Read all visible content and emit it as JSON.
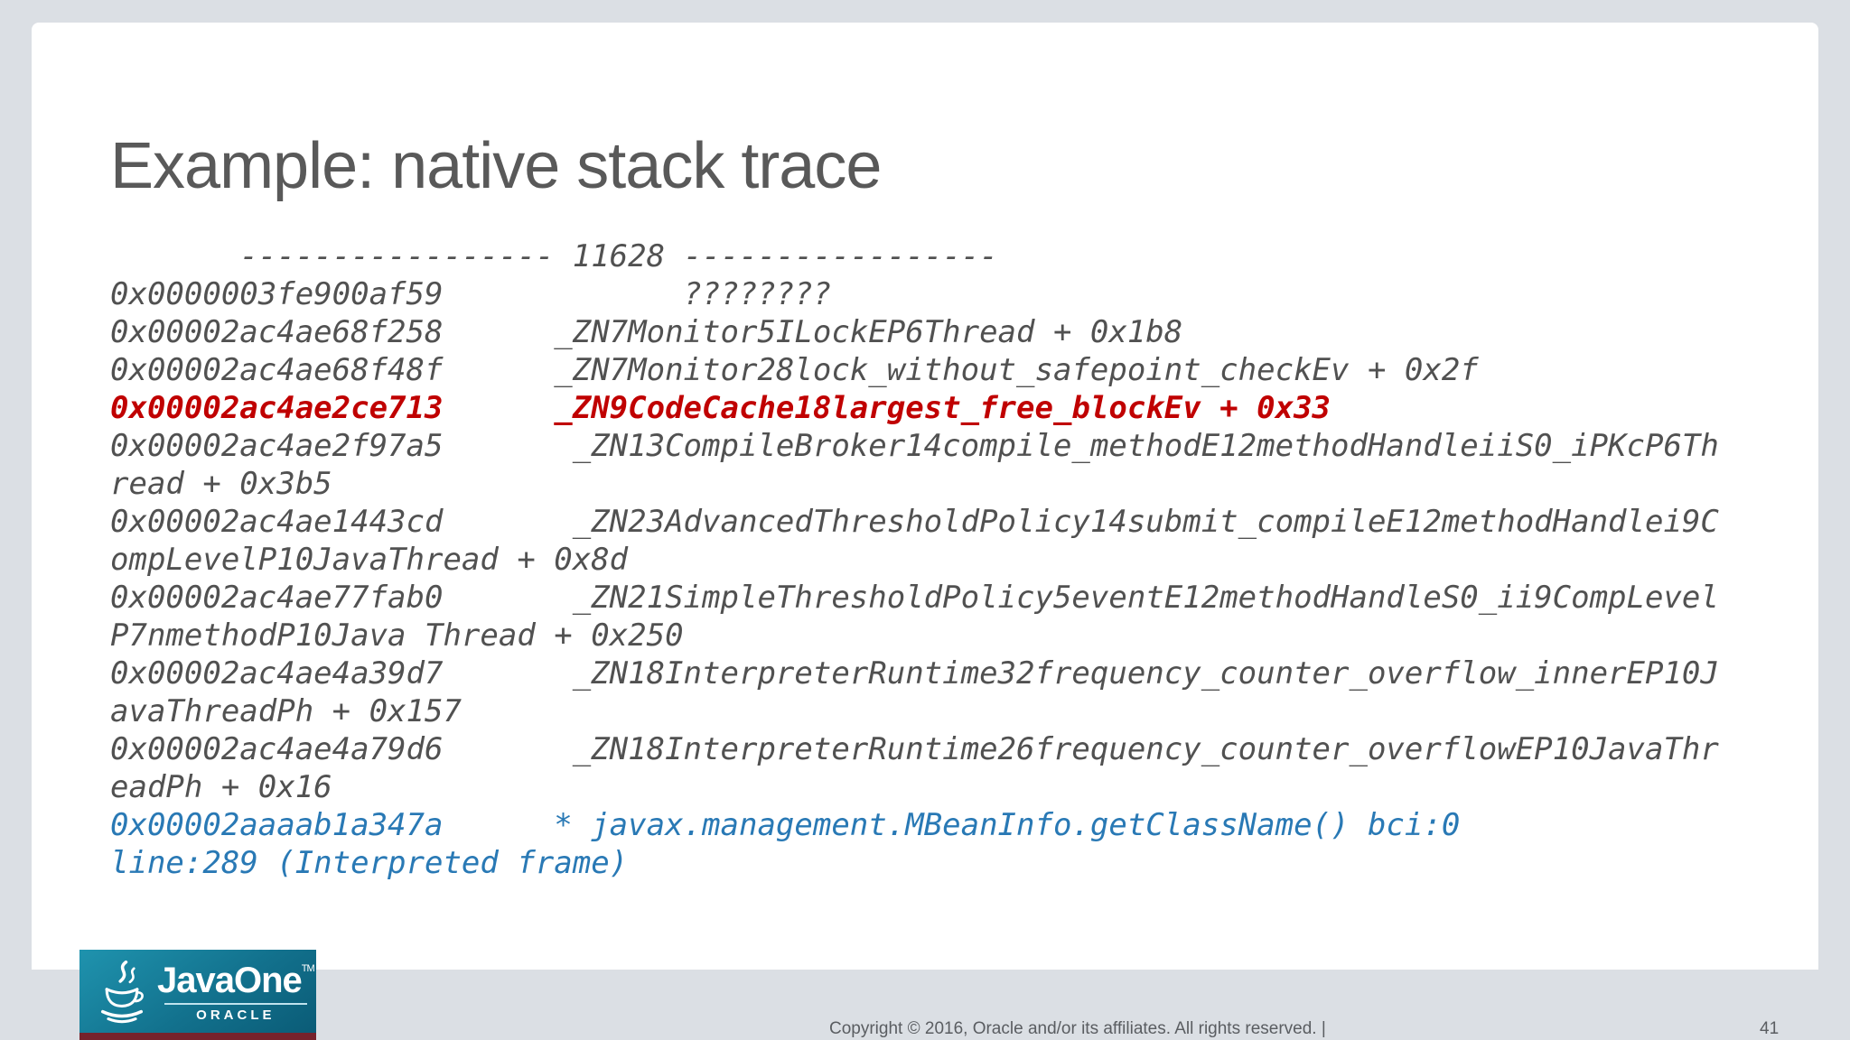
{
  "slide": {
    "title": "Example: native stack trace",
    "trace_lines": [
      {
        "text": "       ----------------- 11628 -----------------",
        "style": "normal"
      },
      {
        "text": "0x0000003fe900af59             ????????",
        "style": "normal"
      },
      {
        "text": "0x00002ac4ae68f258      _ZN7Monitor5ILockEP6Thread + 0x1b8",
        "style": "normal"
      },
      {
        "text": "0x00002ac4ae68f48f      _ZN7Monitor28lock_without_safepoint_checkEv + 0x2f",
        "style": "normal"
      },
      {
        "text": "0x00002ac4ae2ce713      _ZN9CodeCache18largest_free_blockEv + 0x33",
        "style": "highlight"
      },
      {
        "text": "0x00002ac4ae2f97a5       _ZN13CompileBroker14compile_methodE12methodHandleiiS0_iPKcP6Th",
        "style": "normal"
      },
      {
        "text": "read + 0x3b5",
        "style": "normal"
      },
      {
        "text": "0x00002ac4ae1443cd       _ZN23AdvancedThresholdPolicy14submit_compileE12methodHandlei9C",
        "style": "normal"
      },
      {
        "text": "ompLevelP10JavaThread + 0x8d",
        "style": "normal"
      },
      {
        "text": "0x00002ac4ae77fab0       _ZN21SimpleThresholdPolicy5eventE12methodHandleS0_ii9CompLevel",
        "style": "normal"
      },
      {
        "text": "P7nmethodP10Java Thread + 0x250",
        "style": "normal"
      },
      {
        "text": "0x00002ac4ae4a39d7       _ZN18InterpreterRuntime32frequency_counter_overflow_innerEP10J",
        "style": "normal"
      },
      {
        "text": "avaThreadPh + 0x157",
        "style": "normal"
      },
      {
        "text": "0x00002ac4ae4a79d6       _ZN18InterpreterRuntime26frequency_counter_overflowEP10JavaThr",
        "style": "normal"
      },
      {
        "text": "eadPh + 0x16",
        "style": "normal"
      },
      {
        "text": "0x00002aaaab1a347a      * javax.management.MBeanInfo.getClassName() bci:0",
        "style": "java"
      },
      {
        "text": "line:289 (Interpreted frame)",
        "style": "java"
      }
    ],
    "footer": {
      "copyright": "Copyright © 2016, Oracle and/or its affiliates. All rights reserved.  |",
      "page_number": "41"
    },
    "logo": {
      "brand": "JavaOne",
      "trademark": "TM",
      "subbrand": "ORACLE",
      "icon": "java-cup-icon"
    },
    "colors": {
      "canvas_gray": "#dbdfe4",
      "slide_white": "#ffffff",
      "title_gray": "#595959",
      "trace_gray": "#515151",
      "highlight_red": "#c00000",
      "java_blue": "#2979b5",
      "logo_teal_top": "#1f93ae",
      "logo_teal_bottom": "#0a5a75",
      "logo_accent_maroon": "#76222c"
    }
  }
}
